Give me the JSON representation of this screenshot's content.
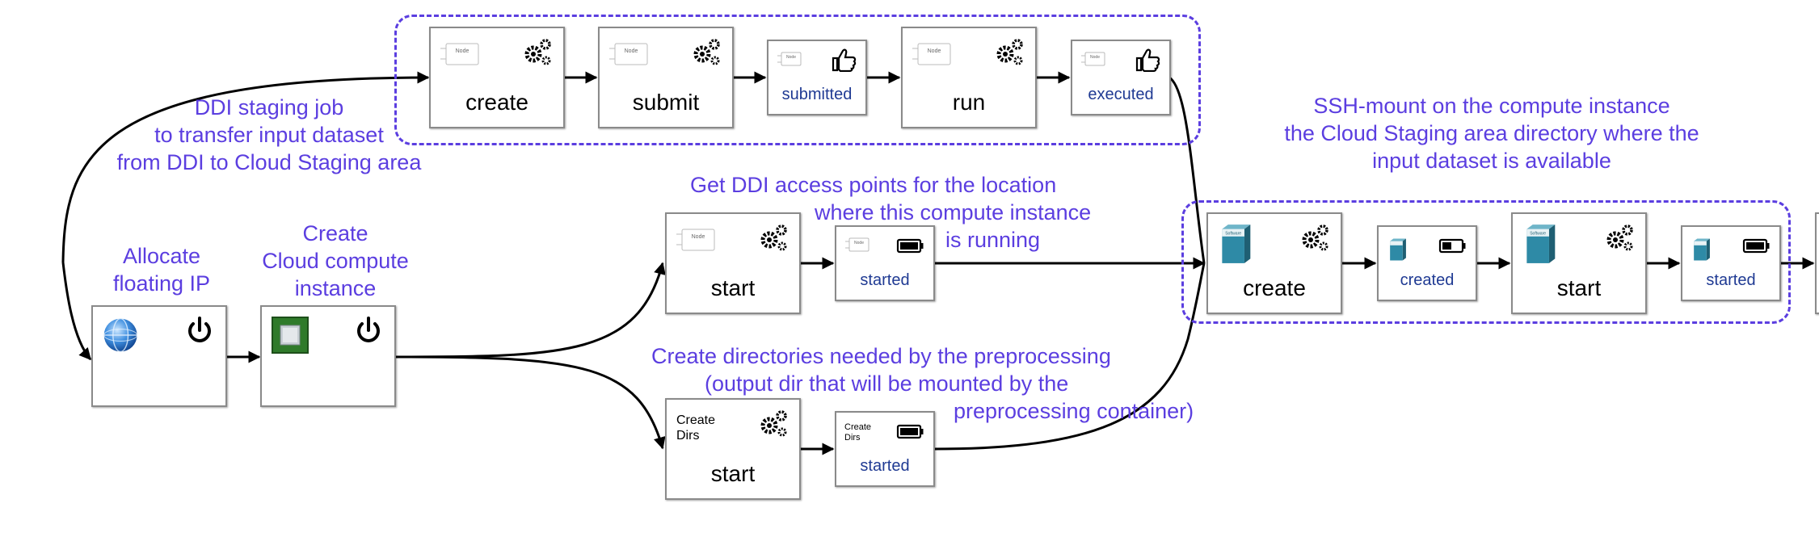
{
  "groups": {
    "staging_job": {
      "caption": "DDI staging job\nto transfer input dataset\nfrom DDI to Cloud Staging area"
    },
    "ssh_mount": {
      "caption": "SSH-mount on the compute instance\nthe Cloud Staging area directory where the\ninput dataset is available"
    }
  },
  "notes": {
    "allocate": "Allocate\nfloating IP",
    "create_instance": "Create\nCloud compute\ninstance",
    "access_points_1": "Get DDI access points for the location",
    "access_points_2": "where this compute instance",
    "access_points_3": "is running",
    "create_dirs_1": "Create directories needed by the preprocessing",
    "create_dirs_2": "(output dir that will be mounted by the",
    "create_dirs_3": "preprocessing container)"
  },
  "nodes": {
    "stage_create": {
      "label": "create",
      "icon": "node-component-icon",
      "state_icon": "gears-icon"
    },
    "stage_submit": {
      "label": "submit",
      "icon": "node-component-icon",
      "state_icon": "gears-icon"
    },
    "stage_submitted": {
      "label": "submitted",
      "icon": "node-component-icon",
      "state_icon": "thumbs-up-icon"
    },
    "stage_run": {
      "label": "run",
      "icon": "node-component-icon",
      "state_icon": "gears-icon"
    },
    "stage_executed": {
      "label": "executed",
      "icon": "node-component-icon",
      "state_icon": "thumbs-up-icon"
    },
    "floating_ip": {
      "label": "",
      "icon": "globe-icon",
      "state_icon": "power-icon"
    },
    "compute": {
      "label": "",
      "icon": "chip-icon",
      "state_icon": "power-icon"
    },
    "access_start": {
      "label": "start",
      "icon": "node-component-icon",
      "state_icon": "gears-icon"
    },
    "access_started": {
      "label": "started",
      "icon": "node-component-icon",
      "state_icon": "battery-full-icon"
    },
    "dirs_start": {
      "label": "start",
      "icon_text": "Create\nDirs",
      "state_icon": "gears-icon"
    },
    "dirs_started": {
      "label": "started",
      "icon_text": "Create\nDirs",
      "state_icon": "battery-full-icon"
    },
    "mount_create": {
      "label": "create",
      "icon": "software-box-icon",
      "state_icon": "gears-icon"
    },
    "mount_created": {
      "label": "created",
      "icon": "software-box-icon",
      "state_icon": "battery-half-icon"
    },
    "mount_start": {
      "label": "start",
      "icon": "software-box-icon",
      "state_icon": "gears-icon"
    },
    "mount_started": {
      "label": "started",
      "icon": "software-box-icon",
      "state_icon": "battery-full-icon"
    }
  },
  "mini_text": {
    "node": "Node",
    "software": "Software"
  },
  "colors": {
    "annotation": "#5b3ee0",
    "small_label": "#1f3a93",
    "border": "#8a8a8a"
  }
}
